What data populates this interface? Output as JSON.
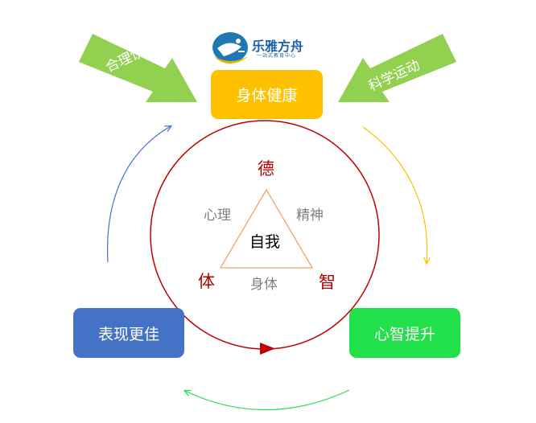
{
  "logo": {
    "name": "乐雅方舟",
    "tagline": "一站式教育中心"
  },
  "boxes": {
    "health": "身体健康",
    "performance": "表现更佳",
    "mind": "心智提升"
  },
  "arrows": {
    "diet": "合理饮食",
    "exercise": "科学运动"
  },
  "triangle": {
    "center": "自我",
    "top": "德",
    "left": "体",
    "right": "智",
    "edge_left": "心理",
    "edge_right": "精神",
    "edge_bottom": "身体"
  },
  "colors": {
    "health": "#ffc000",
    "performance": "#4472c4",
    "mind": "#22e04a",
    "arrow_green": "#92d050",
    "circle": "#c00000",
    "triangle": "#f4a26b"
  }
}
